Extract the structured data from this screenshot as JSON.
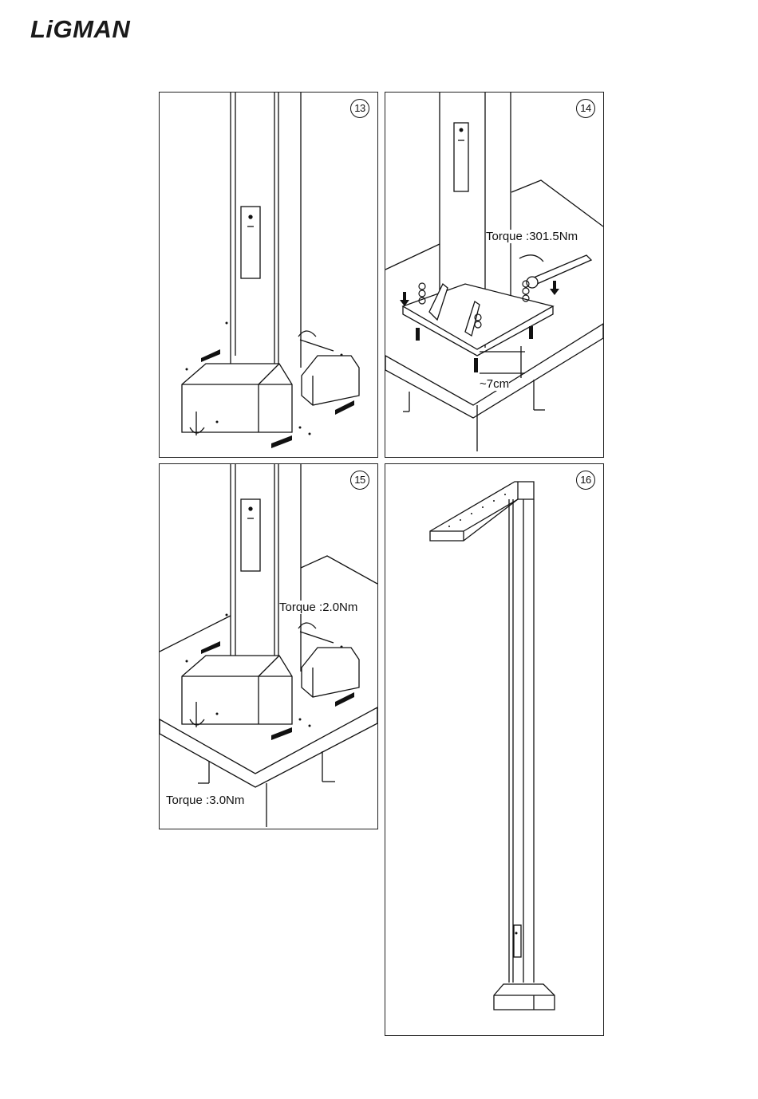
{
  "brand": {
    "name": "LiGMAN"
  },
  "steps": [
    {
      "number": "13",
      "labels": []
    },
    {
      "number": "14",
      "labels": [
        "Torque :301.5Nm",
        "~7cm"
      ]
    },
    {
      "number": "15",
      "labels": [
        "Torque :2.0Nm",
        "Torque :3.0Nm"
      ]
    },
    {
      "number": "16",
      "labels": []
    }
  ]
}
